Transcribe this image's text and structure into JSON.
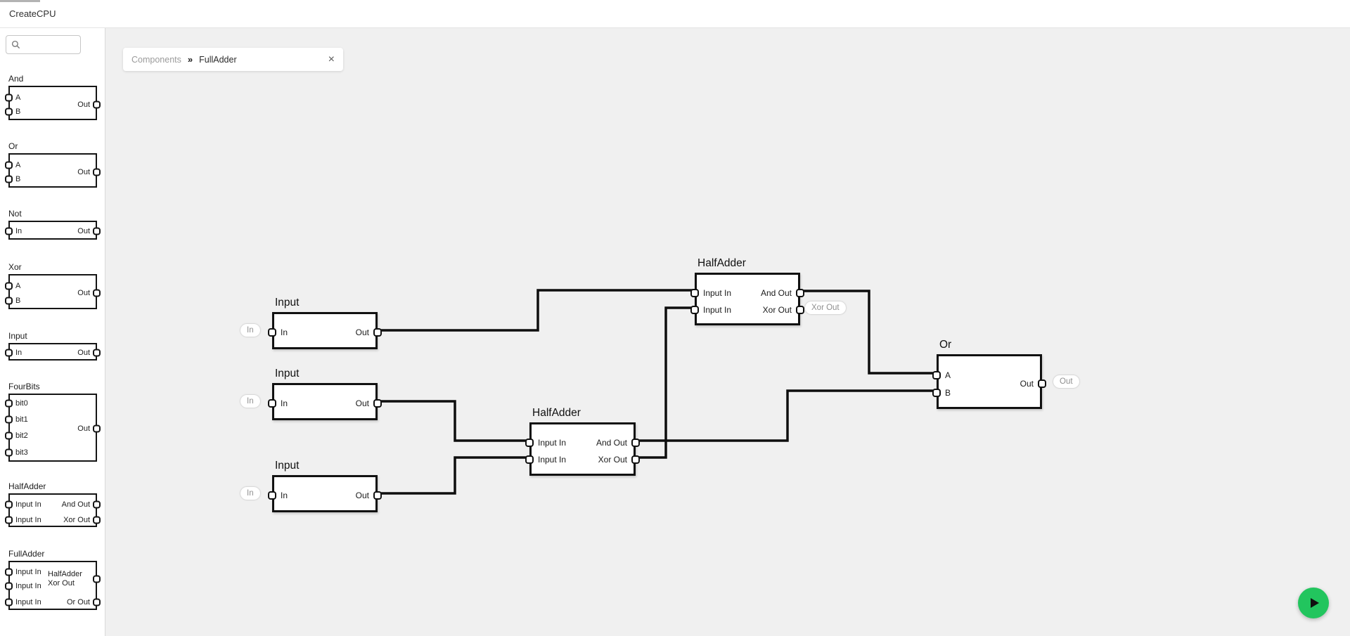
{
  "header": {
    "title": "CreateCPU"
  },
  "sidebar": {
    "search": {
      "value": ""
    },
    "items": [
      {
        "name": "And",
        "inputs": [
          "A",
          "B"
        ],
        "outputs": [
          "Out"
        ]
      },
      {
        "name": "Or",
        "inputs": [
          "A",
          "B"
        ],
        "outputs": [
          "Out"
        ]
      },
      {
        "name": "Not",
        "inputs": [
          "In"
        ],
        "outputs": [
          "Out"
        ]
      },
      {
        "name": "Xor",
        "inputs": [
          "A",
          "B"
        ],
        "outputs": [
          "Out"
        ]
      },
      {
        "name": "Input",
        "inputs": [
          "In"
        ],
        "outputs": [
          "Out"
        ]
      },
      {
        "name": "FourBits",
        "inputs": [
          "bit0",
          "bit1",
          "bit2",
          "bit3"
        ],
        "outputs": [
          "Out"
        ]
      },
      {
        "name": "HalfAdder",
        "inputs": [
          "Input In",
          "Input In"
        ],
        "outputs": [
          "And Out",
          "Xor Out"
        ]
      },
      {
        "name": "FullAdder",
        "inputs": [
          "Input In",
          "Input In",
          "Input In"
        ],
        "outputs": [
          "HalfAdder Xor Out",
          "Or Out"
        ]
      }
    ]
  },
  "tab": {
    "root": "Components",
    "separator": "»",
    "current": "FullAdder",
    "close": "×"
  },
  "canvas": {
    "nodes": [
      {
        "label": "Input",
        "inputs": [
          "In"
        ],
        "outputs": [
          "Out"
        ],
        "external_label": "In"
      },
      {
        "label": "Input",
        "inputs": [
          "In"
        ],
        "outputs": [
          "Out"
        ],
        "external_label": "In"
      },
      {
        "label": "Input",
        "inputs": [
          "In"
        ],
        "outputs": [
          "Out"
        ],
        "external_label": "In"
      },
      {
        "label": "HalfAdder",
        "inputs": [
          "Input In",
          "Input In"
        ],
        "outputs": [
          "And Out",
          "Xor Out"
        ],
        "external_label": "Xor Out"
      },
      {
        "label": "HalfAdder",
        "inputs": [
          "Input In",
          "Input In"
        ],
        "outputs": [
          "And Out",
          "Xor Out"
        ]
      },
      {
        "label": "Or",
        "inputs": [
          "A",
          "B"
        ],
        "outputs": [
          "Out"
        ],
        "external_label": "Out"
      }
    ],
    "connections": [
      {
        "from": "Input(top).Out",
        "to": "HalfAdder(top).Input In #1"
      },
      {
        "from": "HalfAdder(bottom).Xor Out",
        "to": "HalfAdder(top).Input In #2"
      },
      {
        "from": "Input(middle).Out",
        "to": "HalfAdder(bottom).Input In #1"
      },
      {
        "from": "Input(bottom).Out",
        "to": "HalfAdder(bottom).Input In #2"
      },
      {
        "from": "HalfAdder(top).And Out",
        "to": "Or.A"
      },
      {
        "from": "HalfAdder(bottom).And Out",
        "to": "Or.B"
      }
    ]
  },
  "colors": {
    "accent_green": "#22c55e",
    "canvas_bg": "#f0f0f0",
    "wire": "#0e0e0e"
  },
  "play_button": {
    "icon": "play-triangle"
  }
}
